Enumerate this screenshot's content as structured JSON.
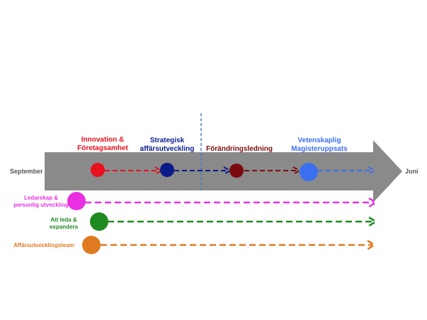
{
  "timeline": {
    "start_label": "September",
    "end_label": "Juni",
    "arrow_color": "#8a8a8a"
  },
  "phases": [
    {
      "lines": [
        "Innovation &",
        "Företagsamhet"
      ],
      "color": "#e8101c"
    },
    {
      "lines": [
        "Strategisk",
        "affärsutveckling"
      ],
      "color": "#0a1a8a"
    },
    {
      "lines": [
        "Förändringsledning"
      ],
      "color": "#7a0a10"
    },
    {
      "lines": [
        "Vetenskaplig",
        "Magisteruppsats"
      ],
      "color": "#3a6ff0"
    }
  ],
  "tracks": [
    {
      "lines": [
        "Ledarskap &",
        "personlig utveckling"
      ],
      "color": "#e830e0"
    },
    {
      "lines": [
        "Att leda &",
        "expandera"
      ],
      "color": "#1f8a1f"
    },
    {
      "lines": [
        "Affärsutvecklingsteam"
      ],
      "color": "#e07a20"
    }
  ],
  "separator_color": "#4a78c8"
}
